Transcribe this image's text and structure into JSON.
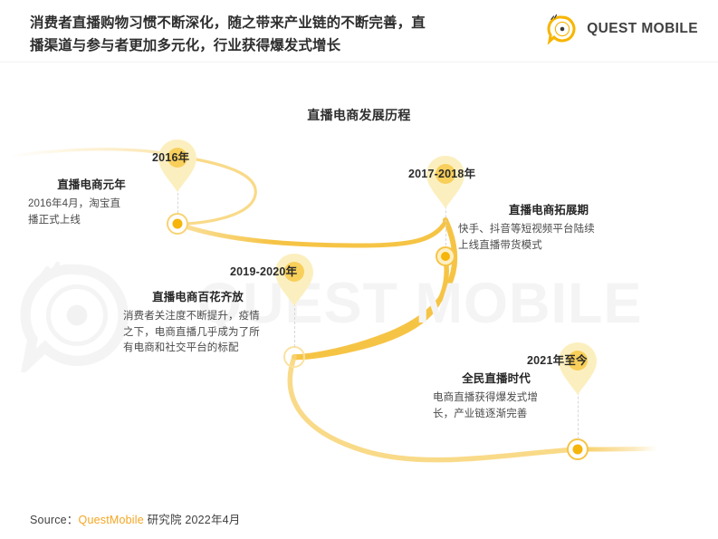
{
  "header": {
    "title": "消费者直播购物习惯不断深化，随之带来产业链的不断完善，直\n播渠道与参与者更加多元化，行业获得爆发式增长",
    "brand_icon": "questmobile-logo-icon",
    "brand_word": "QUEST MOBILE"
  },
  "chart": {
    "title": "直播电商发展历程",
    "type": "timeline",
    "accent_color": "#f6c445",
    "accent_color_light": "#fbe2a0",
    "pin_fill": "#fcefbf",
    "pin_core": "#f8cf5a",
    "dot_color": "#f5b50a",
    "milestones": [
      {
        "id": "2016",
        "pin_label": "2016年",
        "note_head": "直播电商元年",
        "note_body": "2016年4月，淘宝直\n播正式上线"
      },
      {
        "id": "2017-2018",
        "pin_label": "2017-2018年",
        "note_head": "直播电商拓展期",
        "note_body": "快手、抖音等短视频平台陆续\n上线直播带货模式"
      },
      {
        "id": "2019-2020",
        "pin_label": "2019-2020年",
        "note_head": "直播电商百花齐放",
        "note_body": "消费者关注度不断提升，疫情\n之下，电商直播几乎成为了所\n有电商和社交平台的标配"
      },
      {
        "id": "2021-now",
        "pin_label": "2021年至今",
        "note_head": "全民直播时代",
        "note_body": "电商直播获得爆发式增\n长，产业链逐渐完善"
      }
    ]
  },
  "watermark": {
    "word": "QUEST MOBILE",
    "mark_icon": "questmobile-watermark-icon"
  },
  "footer": {
    "prefix": "Source：",
    "brand": "QuestMobile",
    "suffix": " 研究院 2022年4月"
  }
}
